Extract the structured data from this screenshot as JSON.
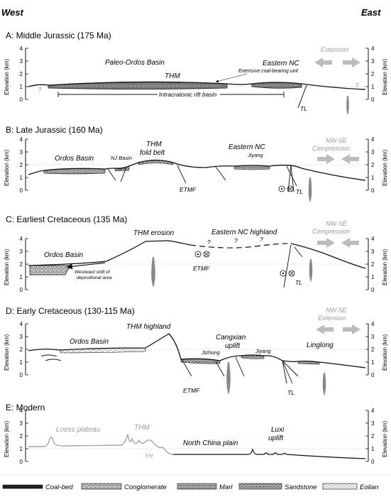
{
  "header": {
    "west": "West",
    "east": "East"
  },
  "panels": [
    {
      "id": "A",
      "title": "A: Middle Jurassic (175 Ma)",
      "labels": {
        "basin": "Paleo-Ordos Basin",
        "thm": "THM",
        "eastern": "Eastern NC",
        "unit": "Extensive coal-bearing unit",
        "rift": "Intracratonic rift basin",
        "tl": "TL",
        "q1": "?",
        "q2": "?",
        "stress": "Extension"
      }
    },
    {
      "id": "B",
      "title": "B: Late Jurassic (160 Ma)",
      "labels": {
        "basin": "Ordos Basin",
        "nj": "NJ Basin",
        "thm1": "THM",
        "thm2": "fold belt",
        "eastern": "Eastern NC",
        "jiyang": "Jiyang",
        "etmf": "ETMF",
        "tl": "TL",
        "stress1": "NW-SE",
        "stress2": "Compression"
      }
    },
    {
      "id": "C",
      "title": "C: Earliest Cretaceous (135 Ma)",
      "labels": {
        "thm": "THM erosion",
        "eastern": "Eastern NC highland",
        "basin": "Ordos Basin",
        "shift1": "Westward shift of",
        "shift2": "depositional area",
        "etmf": "ETMF",
        "tl": "TL",
        "q": "?",
        "stress1": "NW-SE",
        "stress2": "Compression"
      }
    },
    {
      "id": "D",
      "title": "D: Early Cretaceous (130-115 Ma)",
      "labels": {
        "thm": "THM highland",
        "basin": "Ordos Basin",
        "cang1": "Cangxian",
        "cang2": "uplift",
        "jizhong": "Jizhong",
        "jiyang": "Jiyang",
        "linglong": "Linglong",
        "etmf": "ETMF",
        "tl": "TL",
        "stress1": "NW-SE",
        "stress2": "Extension"
      }
    },
    {
      "id": "E",
      "title": "E: Modern",
      "labels": {
        "loess": "Loess plateau",
        "thm": "THM",
        "yh": "YH",
        "ncp": "North China plain",
        "luxi1": "Luxi",
        "luxi2": "uplift"
      }
    }
  ],
  "axis": {
    "ylabel": "Elevation (km)",
    "ticks": [
      "0",
      "1",
      "2",
      "3",
      "4"
    ]
  },
  "legend": [
    {
      "key": "coal",
      "label": "Coal-bed"
    },
    {
      "key": "cong",
      "label": "Conglomerate"
    },
    {
      "key": "marl",
      "label": "Marl"
    },
    {
      "key": "sand",
      "label": "Sandstone"
    },
    {
      "key": "eol",
      "label": "Eolian"
    }
  ]
}
